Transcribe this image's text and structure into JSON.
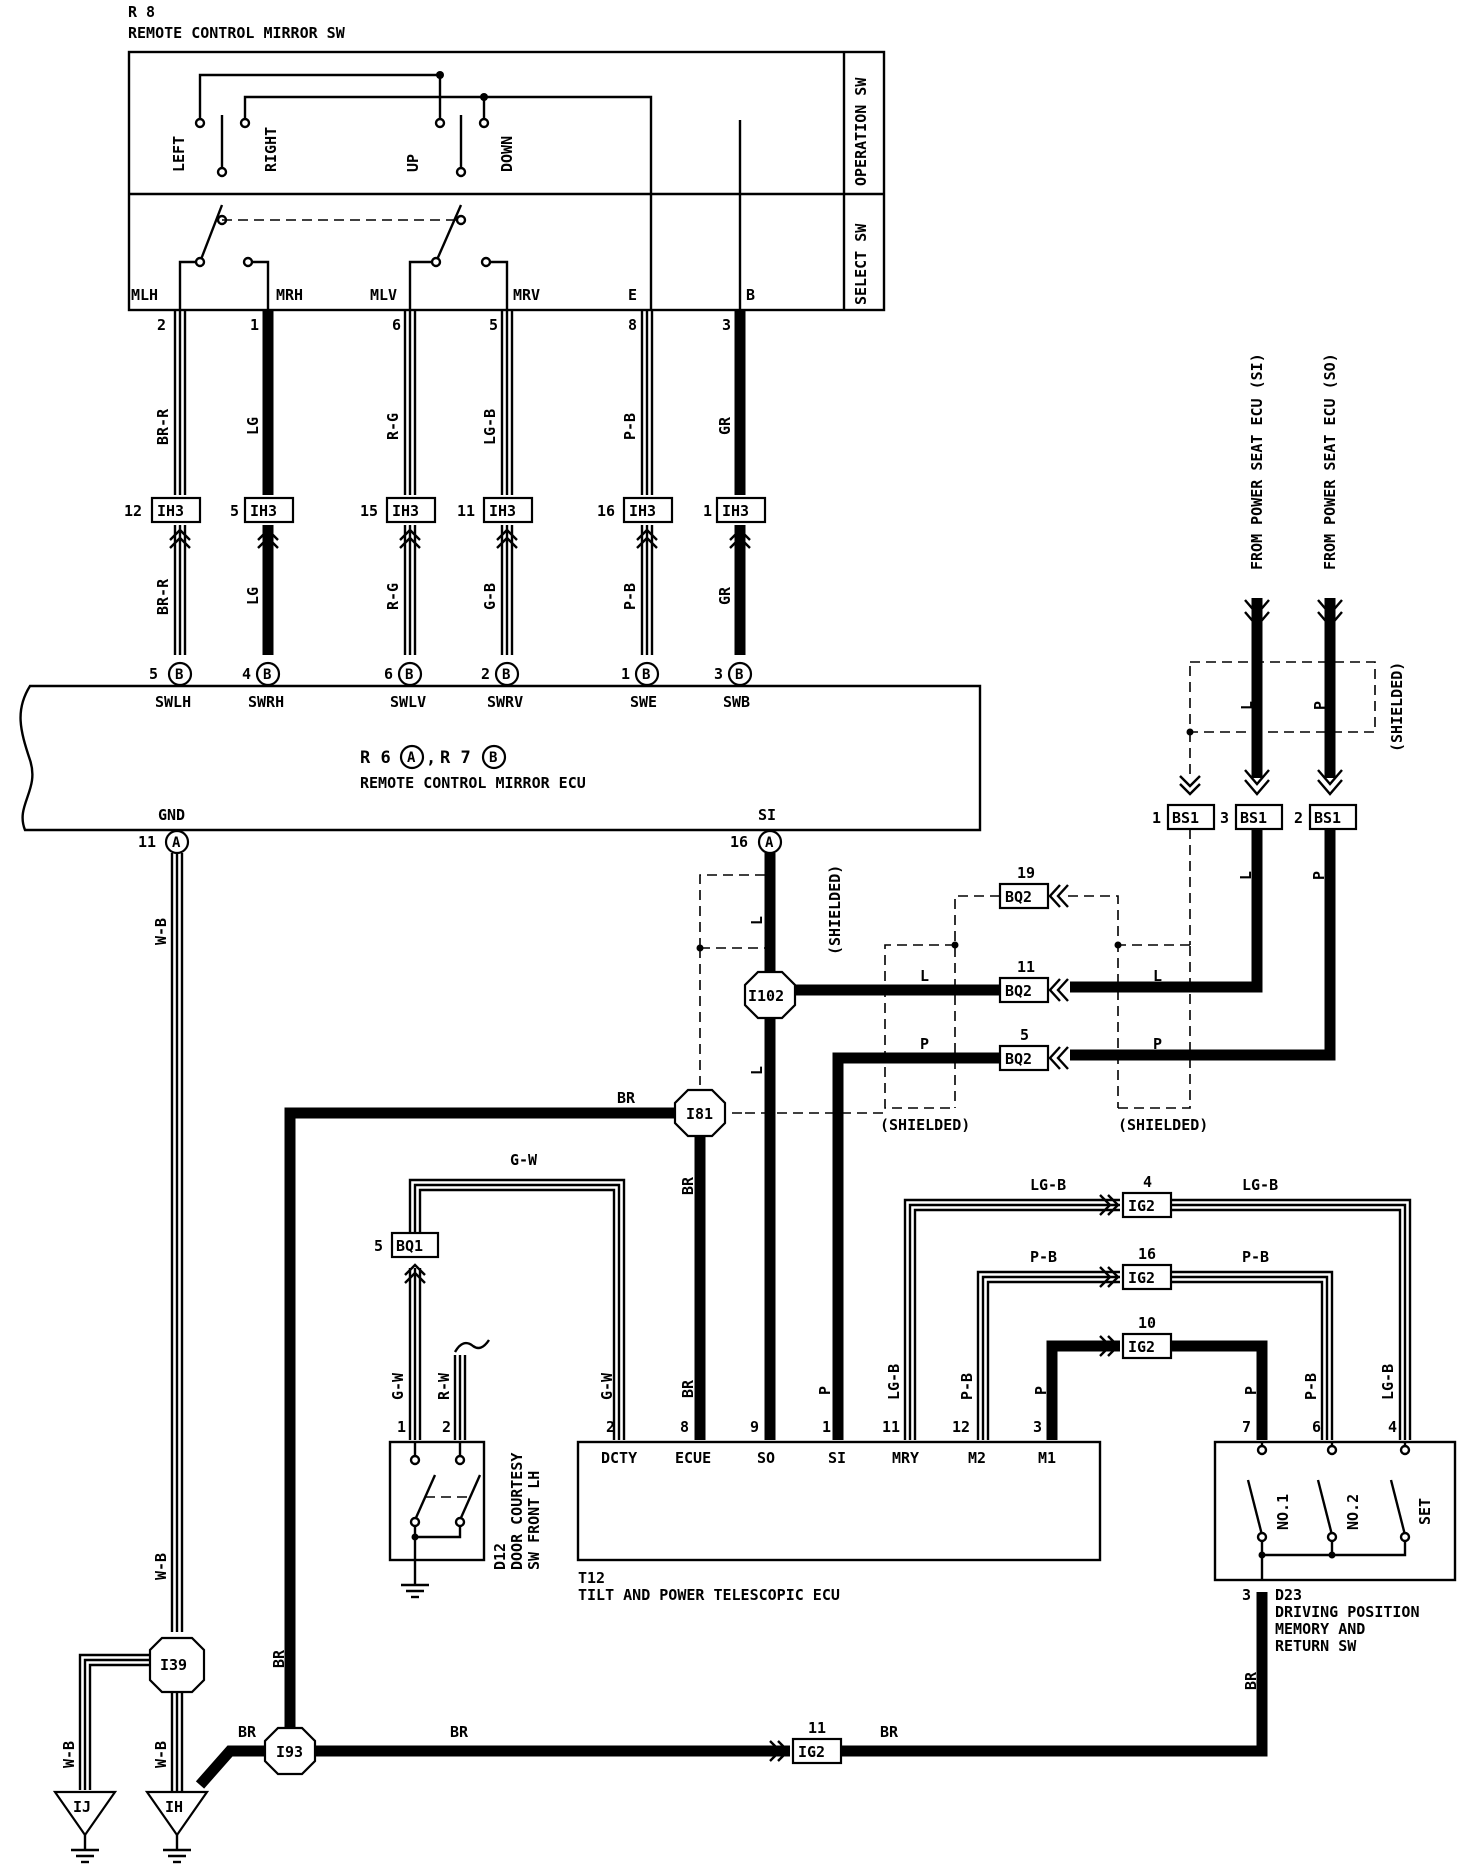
{
  "mirror_switch": {
    "ref": "R 8",
    "name": "REMOTE CONTROL MIRROR SW",
    "operation_label": "OPERATION SW",
    "select_label": "SELECT SW",
    "positions": [
      "LEFT",
      "RIGHT",
      "UP",
      "DOWN"
    ],
    "terminals": [
      "MLH",
      "MRH",
      "MLV",
      "MRV",
      "E",
      "B"
    ],
    "pins": [
      "2",
      "1",
      "6",
      "5",
      "8",
      "3"
    ],
    "wire_colors": [
      "BR-R",
      "LG",
      "R-G",
      "LG-B",
      "P-B",
      "GR"
    ]
  },
  "ih3": {
    "connector": "IH3",
    "pins": [
      "12",
      "5",
      "15",
      "11",
      "16",
      "1"
    ]
  },
  "lower_wire_colors": [
    "BR-R",
    "LG",
    "R-G",
    "G-B",
    "P-B",
    "GR"
  ],
  "mirror_ecu": {
    "ref": "R 6",
    "conn_a": "A",
    "ref2": "R 7",
    "conn_b": "B",
    "name": "REMOTE CONTROL MIRROR ECU",
    "top_pins": [
      "5",
      "4",
      "6",
      "2",
      "1",
      "3"
    ],
    "top_terms": [
      "SWLH",
      "SWRH",
      "SWLV",
      "SWRV",
      "SWE",
      "SWB"
    ],
    "gnd_term": "GND",
    "gnd_pin": "11",
    "si_term": "SI",
    "si_pin": "16"
  },
  "power_seat": {
    "si_label": "FROM POWER SEAT ECU (SI)",
    "so_label": "FROM POWER SEAT ECU (SO)",
    "shielded": "(SHIELDED)",
    "bs1": "BS1",
    "bs1_pins": [
      "1",
      "3",
      "2"
    ]
  },
  "wires": {
    "L": "L",
    "P": "P",
    "BR": "BR",
    "GW": "G-W",
    "RW": "R-W",
    "WB": "W-B",
    "LGB": "LG-B",
    "PB": "P-B"
  },
  "bq2": {
    "connector": "BQ2",
    "pins": [
      "19",
      "11",
      "5"
    ]
  },
  "junctions": {
    "i102": "I102",
    "i81": "I81",
    "i39": "I39",
    "i93": "I93"
  },
  "bq1": {
    "connector": "BQ1",
    "pin": "5"
  },
  "door_sw": {
    "ref": "D12",
    "name": "DOOR COURTESY SW FRONT LH",
    "line1": "DOOR COURTESY",
    "line2": "SW FRONT LH",
    "pins": [
      "1",
      "2"
    ]
  },
  "tilt_ecu": {
    "ref": "T12",
    "name": "TILT AND POWER TELESCOPIC ECU",
    "pins": [
      "2",
      "8",
      "9",
      "1",
      "11",
      "12",
      "3"
    ],
    "terms": [
      "DCTY",
      "ECUE",
      "SO",
      "SI",
      "MRY",
      "M2",
      "M1"
    ]
  },
  "ig2": {
    "connector": "IG2",
    "pins": [
      "4",
      "16",
      "10",
      "11"
    ]
  },
  "memory_sw": {
    "ref": "D23",
    "line1": "DRIVING POSITION",
    "line2": "MEMORY AND",
    "line3": "RETURN SW",
    "pins": [
      "7",
      "6",
      "4",
      "3"
    ],
    "switches": [
      "NO.1",
      "NO.2",
      "SET"
    ]
  },
  "grounds": {
    "ij": "IJ",
    "ih": "IH"
  }
}
